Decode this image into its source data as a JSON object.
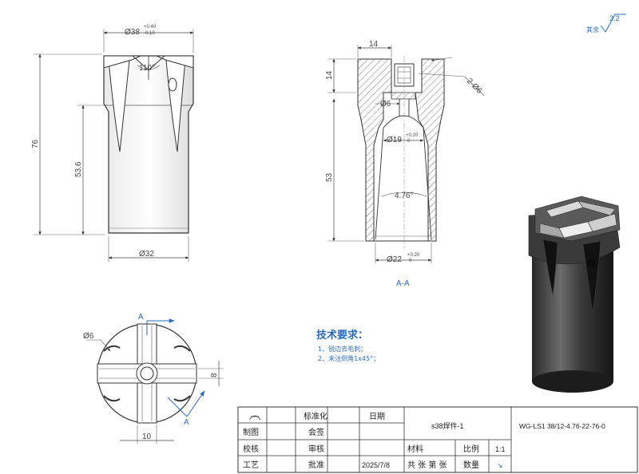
{
  "front_view": {
    "dia_top": "Ø38",
    "dia_top_tol_upper": "+0.40",
    "dia_top_tol_lower": "-0.10",
    "angle": "110°",
    "length_total": "76",
    "length_body": "53.6",
    "dia_bottom": "Ø32"
  },
  "section_view": {
    "width_top": "14",
    "height_top": "14",
    "hole_label": "2-Ø6",
    "bore_small": "Ø6",
    "bore_mid": "Ø19",
    "bore_mid_tol_upper": "+0.20",
    "bore_mid_tol_lower": "0",
    "taper": "4.76°",
    "depth": "53",
    "bore_bottom": "Ø22",
    "bore_bottom_tol_upper": "+0.20",
    "bore_bottom_tol_lower": "0",
    "section_label": "A-A"
  },
  "top_view": {
    "hole_dia": "Ø6",
    "width_8": "8",
    "width_10": "10",
    "section_mark": "A"
  },
  "roughness": {
    "value": "3.2",
    "prefix": "其余"
  },
  "notes": {
    "title": "技术要求：",
    "items": [
      "1、锐边去毛刺；",
      "2、未注倒角1x45°；"
    ]
  },
  "title_block": {
    "r1": [
      "标准化",
      "日期"
    ],
    "part_name": "s38焊件-1",
    "drawing_no": "WG-LS1 38/12-4.76-22-76-0",
    "r2": [
      "制图",
      "会签"
    ],
    "r3": [
      "校核",
      "审核",
      "材料",
      "比例",
      "1:1"
    ],
    "r4": [
      "工艺",
      "批准",
      "2025/7/8",
      "共 张 第 张",
      "数量"
    ],
    "qty_symbol": "↘"
  }
}
